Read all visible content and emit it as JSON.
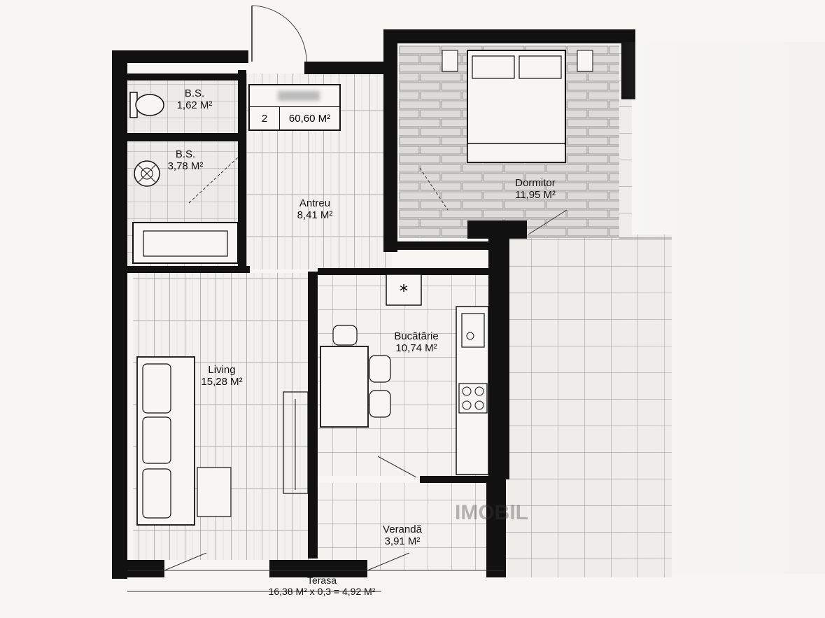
{
  "apartment": {
    "number": "2",
    "total_area": "60,60 M²"
  },
  "rooms": [
    {
      "key": "bs1",
      "name": "B.S.",
      "area": "1,62 M²"
    },
    {
      "key": "bs2",
      "name": "B.S.",
      "area": "3,78 M²"
    },
    {
      "key": "antreu",
      "name": "Antreu",
      "area": "8,41 M²"
    },
    {
      "key": "dormitor",
      "name": "Dormitor",
      "area": "11,95 M²"
    },
    {
      "key": "bucatarie",
      "name": "Bucătărie",
      "area": "10,74 M²"
    },
    {
      "key": "living",
      "name": "Living",
      "area": "15,28 M²"
    },
    {
      "key": "veranda",
      "name": "Verandă",
      "area": "3,91 M²"
    }
  ],
  "terasa": {
    "name": "Terasa",
    "formula": "16,38 M² x 0,3 = 4,92 M²"
  },
  "watermark": "IMOBIL"
}
